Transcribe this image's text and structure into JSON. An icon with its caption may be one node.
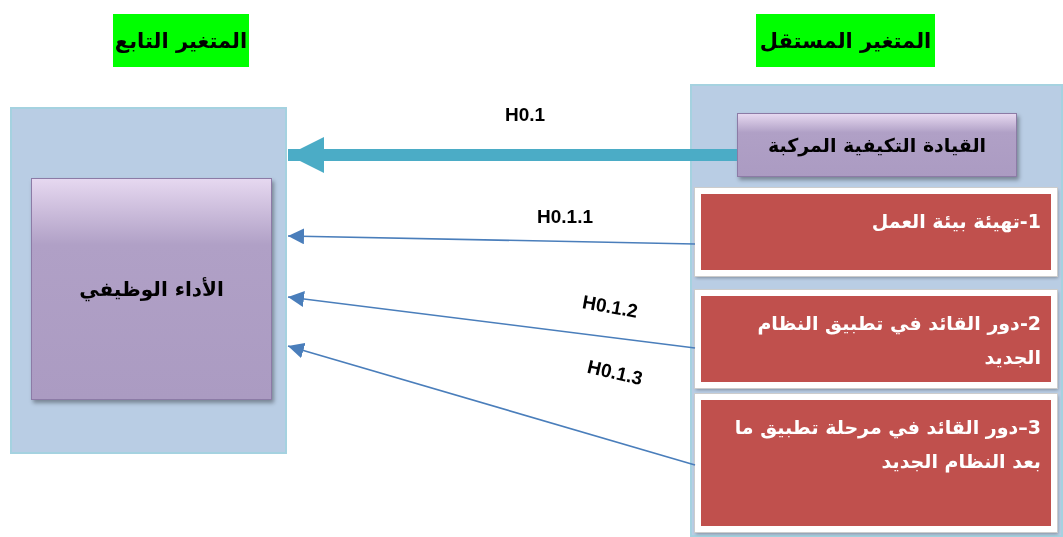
{
  "diagram": {
    "nodes": [
      {
        "text": [],
        "shape": "box"
      },
      {
        "text": [
          "الأداء الوظيفي"
        ],
        "in": 0
      },
      {
        "text": [],
        "shape": "box"
      },
      {
        "text": [
          "القيادة التكيفية المركبة"
        ],
        "in": 2
      },
      {
        "text": [
          "1-تهيئة بيئة العمل"
        ],
        "in": 2
      },
      {
        "text": [
          "2-دور القائد في تطبيق النظام الجديد"
        ],
        "in": 2
      },
      {
        "text": [
          "3–دور القائد في مرحلة تطبيق ما بعد النظام الجديد"
        ],
        "in": 2
      }
    ],
    "edges": [
      {
        "from": 3,
        "to": 0,
        "arrow": "to",
        "label": "H0.1",
        "style": "thick",
        "color": "#4bacc6"
      },
      {
        "from": 4,
        "to": 0,
        "arrow": "to",
        "label": "H0.1.1"
      },
      {
        "from": 5,
        "to": 0,
        "arrow": "to",
        "label": "H0.1.2"
      },
      {
        "from": 6,
        "to": 0,
        "arrow": "to",
        "label": "H0.1.3"
      }
    ],
    "labels": [
      "المتغير المستقل",
      "المتغير التابع"
    ]
  }
}
